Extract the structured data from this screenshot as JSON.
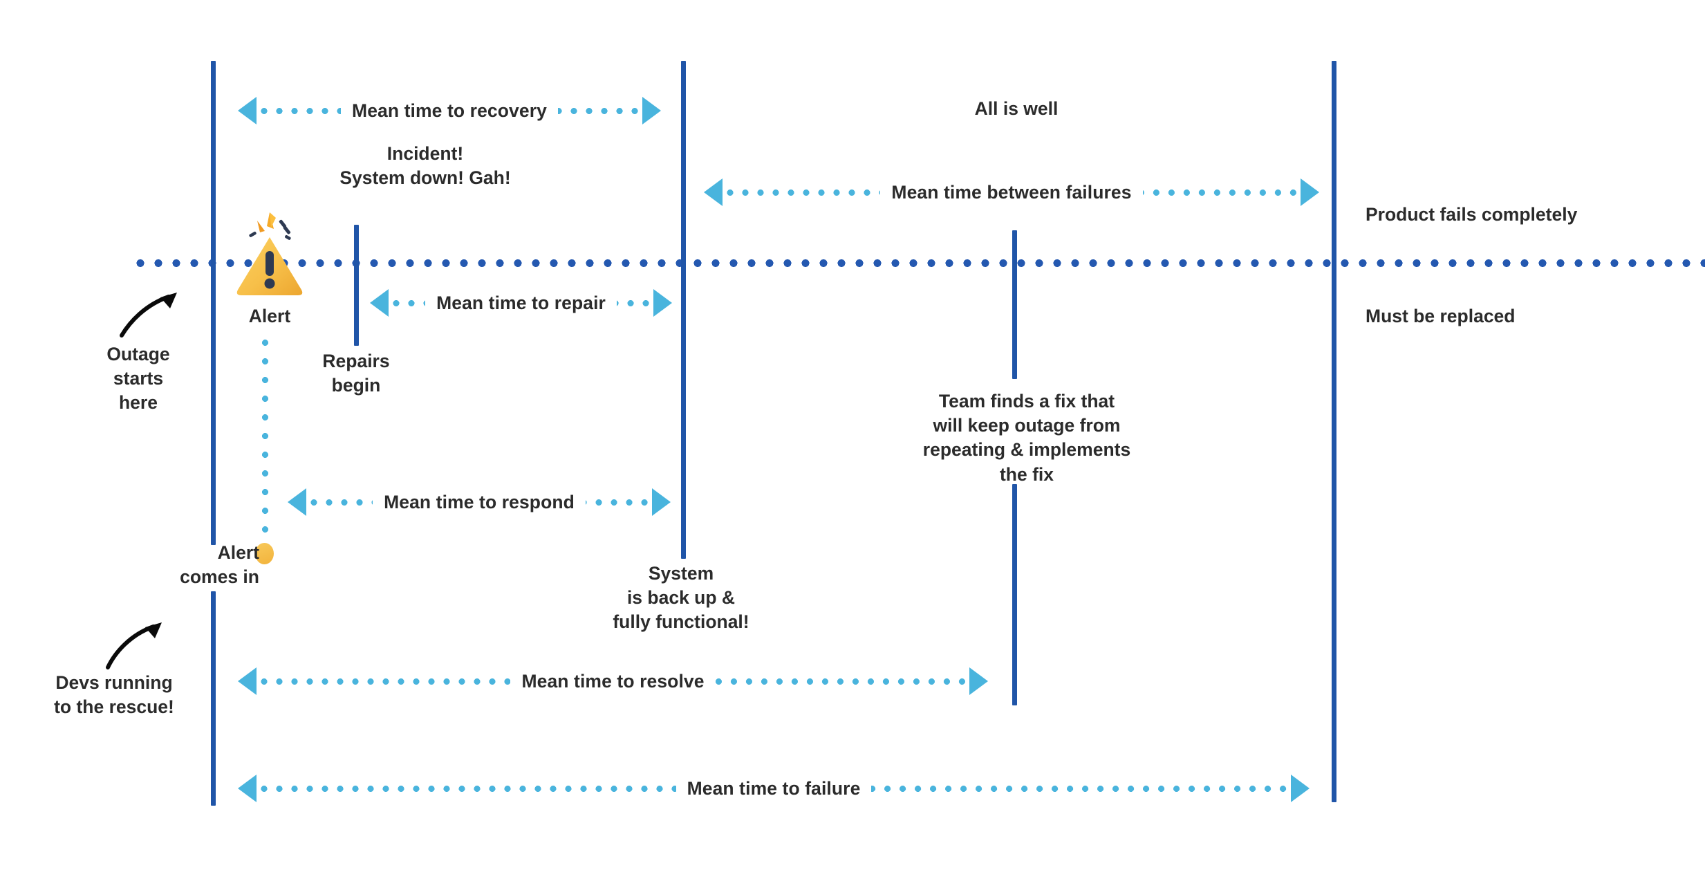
{
  "diagram": {
    "title": "Incident response time metrics timeline",
    "colors": {
      "milestone_line": "#2055a8",
      "timeline_dots": "#2458b0",
      "measure_arrow": "#49b4dd",
      "alert_yellow": "#f2b33c",
      "text": "#2b2b2b",
      "background": "#ffffff"
    }
  },
  "measures": [
    {
      "key": "recovery",
      "label": "Mean time to recovery"
    },
    {
      "key": "repair",
      "label": "Mean time to repair"
    },
    {
      "key": "respond",
      "label": "Mean time to respond"
    },
    {
      "key": "resolve",
      "label": "Mean time to resolve"
    },
    {
      "key": "failure",
      "label": "Mean time to failure"
    },
    {
      "key": "between",
      "label": "Mean time between failures"
    }
  ],
  "annotations": {
    "outage_starts": "Outage\nstarts\nhere",
    "alert": "Alert",
    "incident": "Incident!\nSystem down! Gah!",
    "repairs_begin": "Repairs\nbegin",
    "alert_comes_in": "Alert\ncomes in",
    "devs_running": "Devs running\nto the rescue!",
    "system_back_up": "System\nis back up &\nfully functional!",
    "all_is_well": "All is well",
    "team_finds_fix": "Team finds a fix that\nwill keep outage from\nrepeating & implements\nthe fix",
    "product_fails": "Product fails completely",
    "must_be_replaced": "Must be replaced"
  },
  "icons": {
    "alert_triangle": "alert-triangle-icon",
    "alert_dot": "alert-dot-icon",
    "outage_arrow": "curved-arrow-icon",
    "devs_arrow": "curved-arrow-icon"
  }
}
